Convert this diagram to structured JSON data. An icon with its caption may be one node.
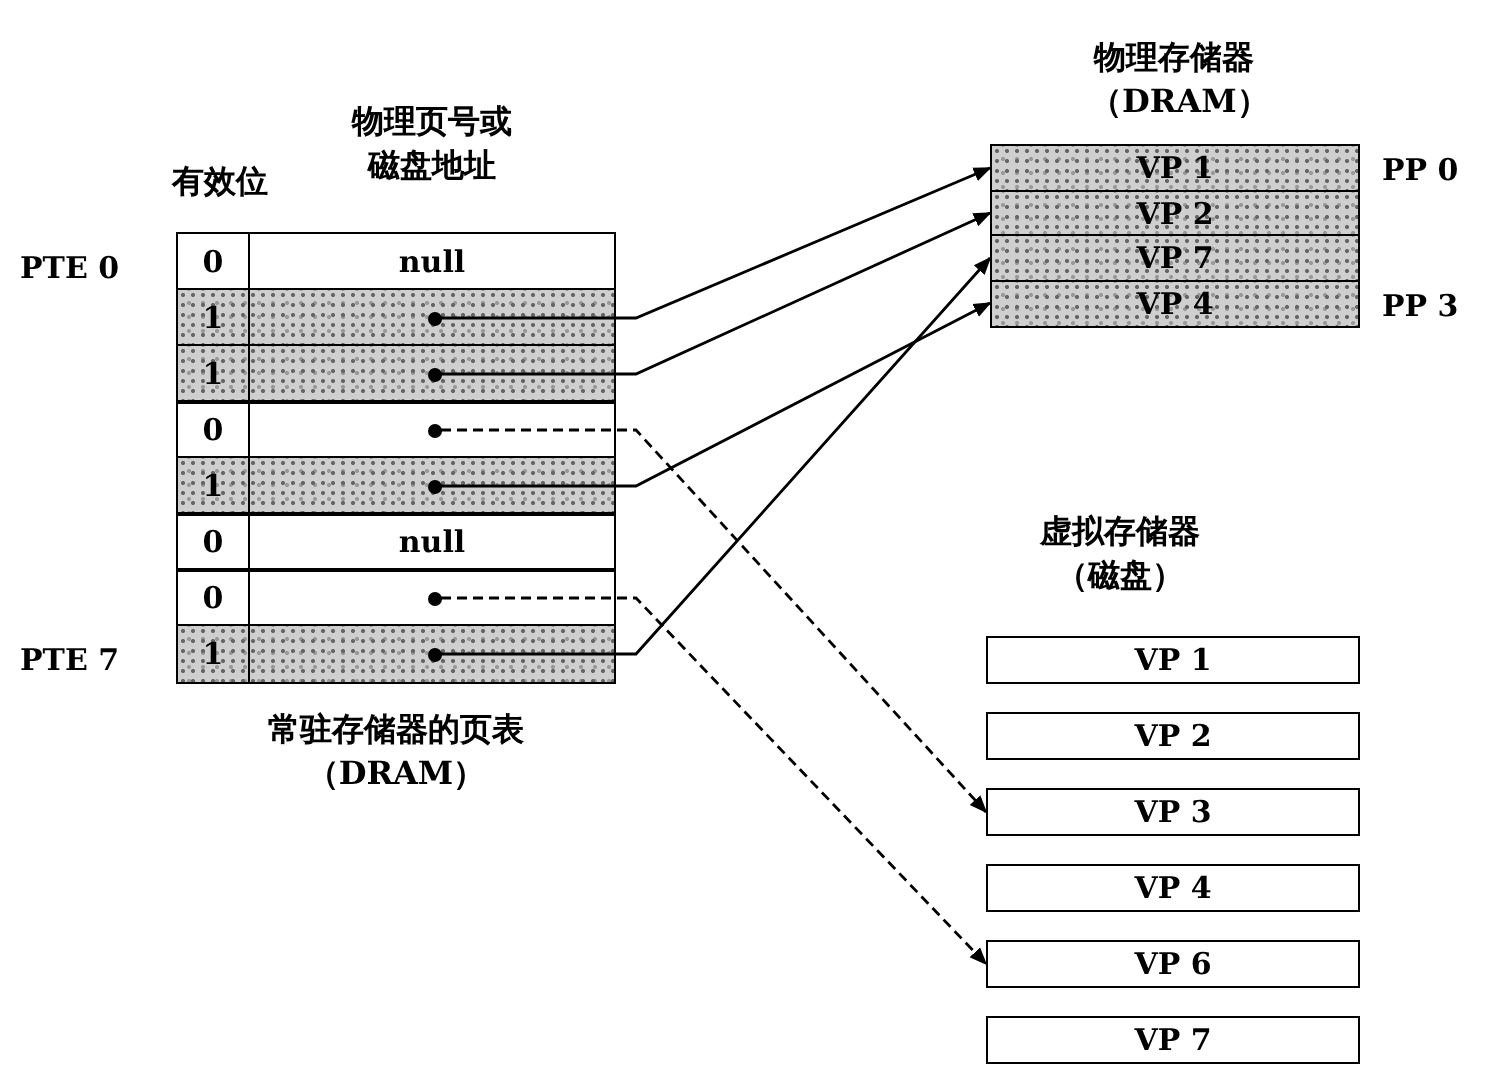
{
  "diagram": {
    "nodes": [
      {
        "text": [
          "常驻存储器的页表（DRAM）"
        ]
      },
      {
        "text": [
          "0",
          "null"
        ],
        "in": 0,
        "beside": [
          "PTE 0"
        ]
      },
      {
        "text": [
          "1"
        ],
        "in": 0
      },
      {
        "text": [],
        "shape": "circle",
        "in": 2
      },
      {
        "text": [
          "1"
        ],
        "in": 0
      },
      {
        "text": [],
        "shape": "circle",
        "in": 4
      },
      {
        "text": [
          "0"
        ],
        "in": 0
      },
      {
        "text": [],
        "shape": "circle",
        "in": 6
      },
      {
        "text": [
          "1"
        ],
        "in": 0
      },
      {
        "text": [],
        "shape": "circle",
        "in": 8
      },
      {
        "text": [
          "0",
          "null"
        ],
        "in": 0
      },
      {
        "text": [
          "0"
        ],
        "in": 0
      },
      {
        "text": [],
        "shape": "circle",
        "in": 11
      },
      {
        "text": [
          "1"
        ],
        "in": 0,
        "beside": [
          "PTE 7"
        ]
      },
      {
        "text": [],
        "shape": "circle",
        "in": 13
      },
      {
        "text": [
          "物理存储器（DRAM）"
        ]
      },
      {
        "text": [
          "VP 1"
        ],
        "in": 15,
        "beside": [
          "PP 0"
        ]
      },
      {
        "text": [
          "VP 2"
        ],
        "in": 15
      },
      {
        "text": [
          "VP 7"
        ],
        "in": 15
      },
      {
        "text": [
          "VP 4"
        ],
        "in": 15,
        "beside": [
          "PP 3"
        ]
      },
      {
        "text": [
          "VP 1"
        ]
      },
      {
        "text": [
          "VP 2"
        ]
      },
      {
        "text": [
          "VP 3"
        ]
      },
      {
        "text": [
          "VP 4"
        ]
      },
      {
        "text": [
          "VP 6"
        ]
      },
      {
        "text": [
          "VP 7"
        ]
      }
    ],
    "edges": [
      {
        "from": 3,
        "to": 16,
        "arrow": "to"
      },
      {
        "from": 5,
        "to": 17,
        "arrow": "to"
      },
      {
        "from": 7,
        "to": 22,
        "arrow": "to",
        "style": "dashed"
      },
      {
        "from": 9,
        "to": 19,
        "arrow": "to"
      },
      {
        "from": 12,
        "to": 24,
        "arrow": "to",
        "style": "dashed"
      },
      {
        "from": 14,
        "to": 18,
        "arrow": "to"
      }
    ],
    "labels": [
      "物理页号或磁盘地址",
      "有效位",
      "虚拟存储器（磁盘）"
    ]
  }
}
